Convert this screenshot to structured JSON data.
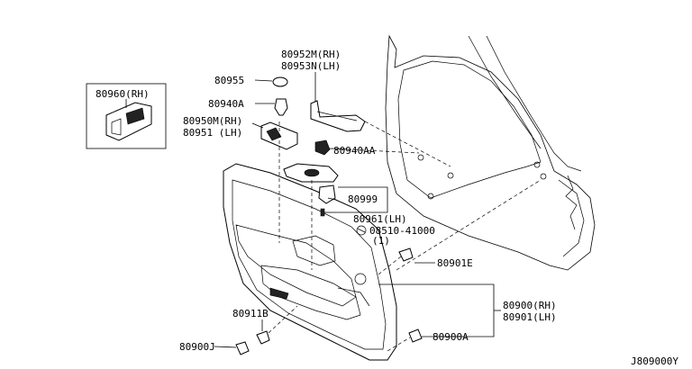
{
  "labels": {
    "p80960_rh": "80960(RH)",
    "p80952m_rh": "80952M(RH)",
    "p80953n_lh": "80953N(LH)",
    "p80955": "80955",
    "p80940a": "80940A",
    "p80950m_rh": "80950M(RH)",
    "p80951_lh": "80951 (LH)",
    "p80940aa": "80940AA",
    "p80999": "80999",
    "p80961_lh": "80961(LH)",
    "p08510_41000": "08510-41000",
    "qty_1": "(1)",
    "p80901e": "80901E",
    "p80900_rh": "80900(RH)",
    "p80901_lh": "80901(LH)",
    "p80911b": "80911B",
    "p80900a": "80900A",
    "p80900j": "80900J",
    "diagram_code": "J809000Y"
  }
}
